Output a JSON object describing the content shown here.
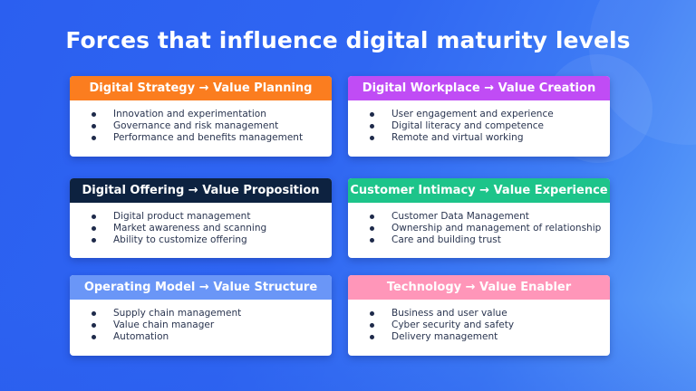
{
  "title": "Forces that influence digital maturity levels",
  "cards": [
    {
      "header": "Digital Strategy → Value Planning",
      "color": "#fb7d1f",
      "items": [
        "Innovation and experimentation",
        "Governance and risk management",
        "Performance and benefits management"
      ]
    },
    {
      "header": "Digital Workplace → Value Creation",
      "color": "#c04cf5",
      "items": [
        "User engagement and experience",
        "Digital literacy and competence",
        "Remote and virtual working"
      ]
    },
    {
      "header": "Digital Offering → Value Proposition",
      "color": "#0d2240",
      "items": [
        "Digital product management",
        "Market awareness and scanning",
        "Ability to customize offering"
      ]
    },
    {
      "header": "Customer Intimacy → Value Experience",
      "color": "#1dc48a",
      "items": [
        "Customer Data Management",
        "Ownership and management of relationship",
        "Care and building trust"
      ]
    },
    {
      "header": "Operating Model → Value Structure",
      "color": "#6a96f7",
      "items": [
        "Supply chain management",
        "Value chain manager",
        "Automation"
      ]
    },
    {
      "header": "Technology → Value Enabler",
      "color": "#ff96b9",
      "items": [
        "Business and user value",
        "Cyber security and safety",
        "Delivery management"
      ]
    }
  ]
}
